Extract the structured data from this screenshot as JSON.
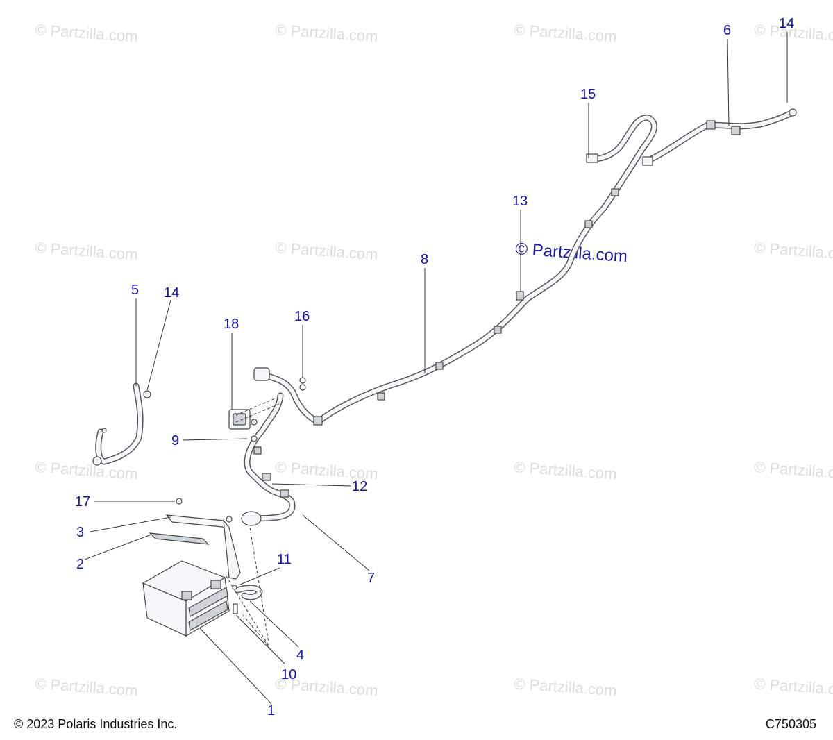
{
  "watermark": {
    "text": "© Partzilla.com",
    "center_text": "© Partzilla.com"
  },
  "callouts": {
    "c1": "1",
    "c2": "2",
    "c3": "3",
    "c4": "4",
    "c5": "5",
    "c6": "6",
    "c7": "7",
    "c8": "8",
    "c9": "9",
    "c10": "10",
    "c11": "11",
    "c12": "12",
    "c13": "13",
    "c14a": "14",
    "c14b": "14",
    "c15": "15",
    "c16": "16",
    "c17": "17",
    "c18": "18"
  },
  "footer": {
    "copyright": "© 2023 Polaris Industries Inc.",
    "figure_id": "C750305"
  },
  "colors": {
    "callout": "#1010c0",
    "watermark": "#dddddd",
    "line": "#333333"
  }
}
